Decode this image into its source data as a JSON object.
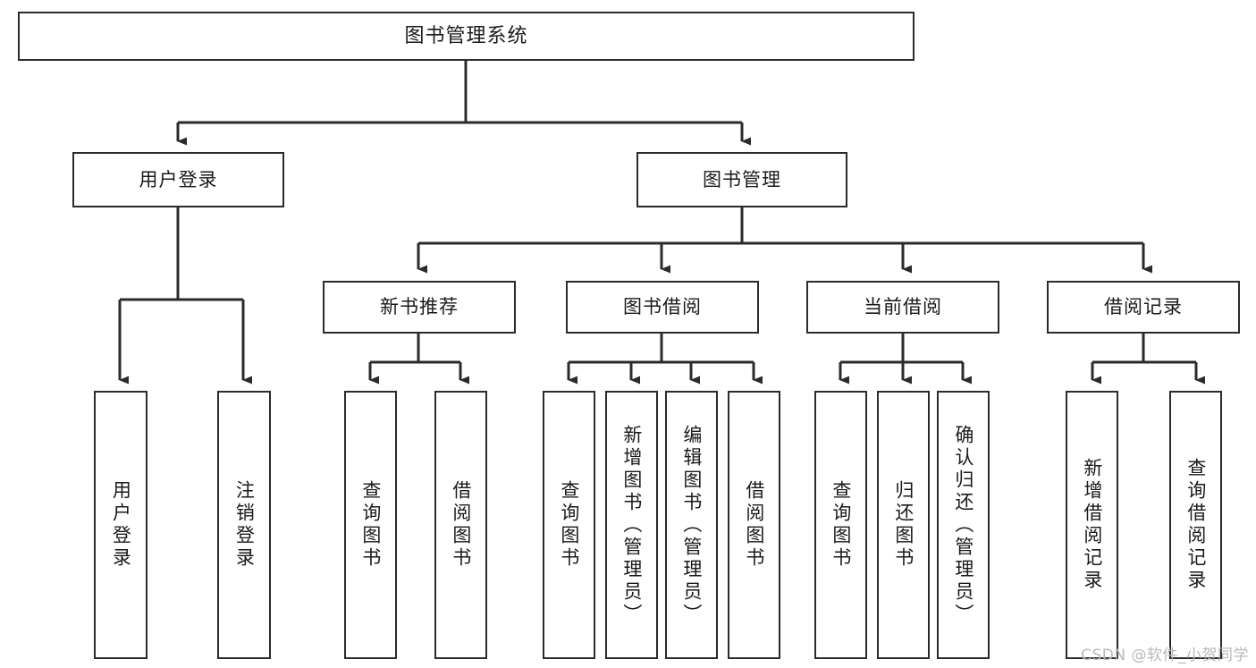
{
  "diagram": {
    "title": "图书管理系统",
    "type": "tree-hierarchy",
    "watermark": "CSDN @软件_小贺同学",
    "colors": {
      "box_border": "#2b2b2b",
      "box_fill": "#ffffff",
      "connector": "#2b2b2b",
      "text": "#1a1a1a",
      "watermark": "#b9b9b9"
    },
    "root": {
      "id": "root",
      "label": "图书管理系统"
    },
    "level2": [
      {
        "id": "user-login",
        "label": "用户登录"
      },
      {
        "id": "book-manage",
        "label": "图书管理"
      }
    ],
    "level3": [
      {
        "id": "new-book-rec",
        "label": "新书推荐"
      },
      {
        "id": "book-borrow",
        "label": "图书借阅"
      },
      {
        "id": "current-borrow",
        "label": "当前借阅"
      },
      {
        "id": "borrow-record",
        "label": "借阅记录"
      }
    ],
    "leaves": {
      "user_login": [
        {
          "id": "leaf-user-login",
          "label": "用户登录"
        },
        {
          "id": "leaf-logout-login",
          "label": "注销登录"
        }
      ],
      "new_book_rec": [
        {
          "id": "leaf-query-book-1",
          "label": "查询图书"
        },
        {
          "id": "leaf-borrow-book-1",
          "label": "借阅图书"
        }
      ],
      "book_borrow": [
        {
          "id": "leaf-query-book-2",
          "label": "查询图书"
        },
        {
          "id": "leaf-add-book",
          "label": "新增图书（管理员）"
        },
        {
          "id": "leaf-edit-book",
          "label": "编辑图书（管理员）"
        },
        {
          "id": "leaf-borrow-book-2",
          "label": "借阅图书"
        }
      ],
      "current_borrow": [
        {
          "id": "leaf-query-book-3",
          "label": "查询图书"
        },
        {
          "id": "leaf-return-book",
          "label": "归还图书"
        },
        {
          "id": "leaf-confirm-return",
          "label": "确认归还（管理员）"
        }
      ],
      "borrow_record": [
        {
          "id": "leaf-add-record",
          "label": "新增借阅记录"
        },
        {
          "id": "leaf-query-record",
          "label": "查询借阅记录"
        }
      ]
    }
  }
}
